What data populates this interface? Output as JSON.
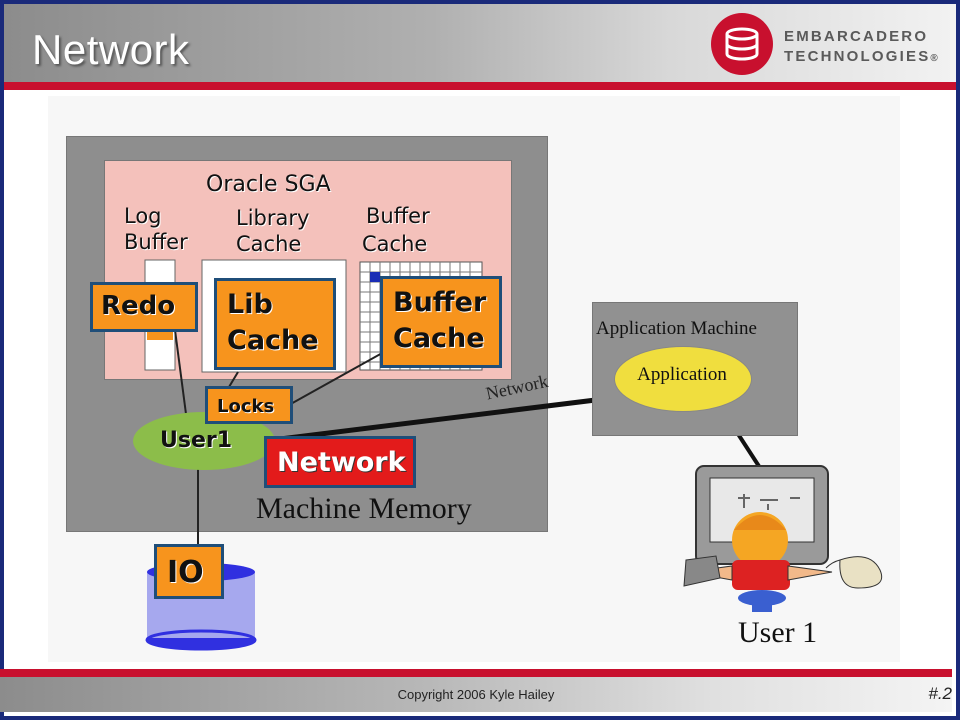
{
  "slide": {
    "title": "Network",
    "logo": {
      "line1": "EMBARCADERO",
      "line2": "TECHNOLOGIES",
      "mark": "®",
      "color": "#c8102e"
    },
    "footer": {
      "copyright": "Copyright 2006 Kyle Hailey",
      "page": "#.2"
    }
  },
  "diagram": {
    "sga_title": "Oracle SGA",
    "log_buffer": [
      "Log",
      "Buffer"
    ],
    "library_cache": [
      "Library",
      "Cache"
    ],
    "buffer_cache": [
      "Buffer",
      "Cache"
    ],
    "machine_memory": "Machine Memory",
    "user1": "User1",
    "app_machine": "Application Machine",
    "application": "Application",
    "network_link": "Network",
    "user_caption": "User 1",
    "callouts": {
      "redo": "Redo",
      "lib_cache": [
        "Lib",
        "Cache"
      ],
      "buffer_cache": [
        "Buffer",
        "Cache"
      ],
      "locks": "Locks",
      "network": "Network",
      "io": "IO"
    }
  },
  "colors": {
    "accent": "#c8102e",
    "callout": "#f7941d",
    "callout_border": "#1f4e79",
    "network_box": "#e31b1b",
    "sga": "#f4c1bb",
    "user1": "#8cbd4a",
    "application": "#f0de3e",
    "disk": "#a6a8ee"
  }
}
